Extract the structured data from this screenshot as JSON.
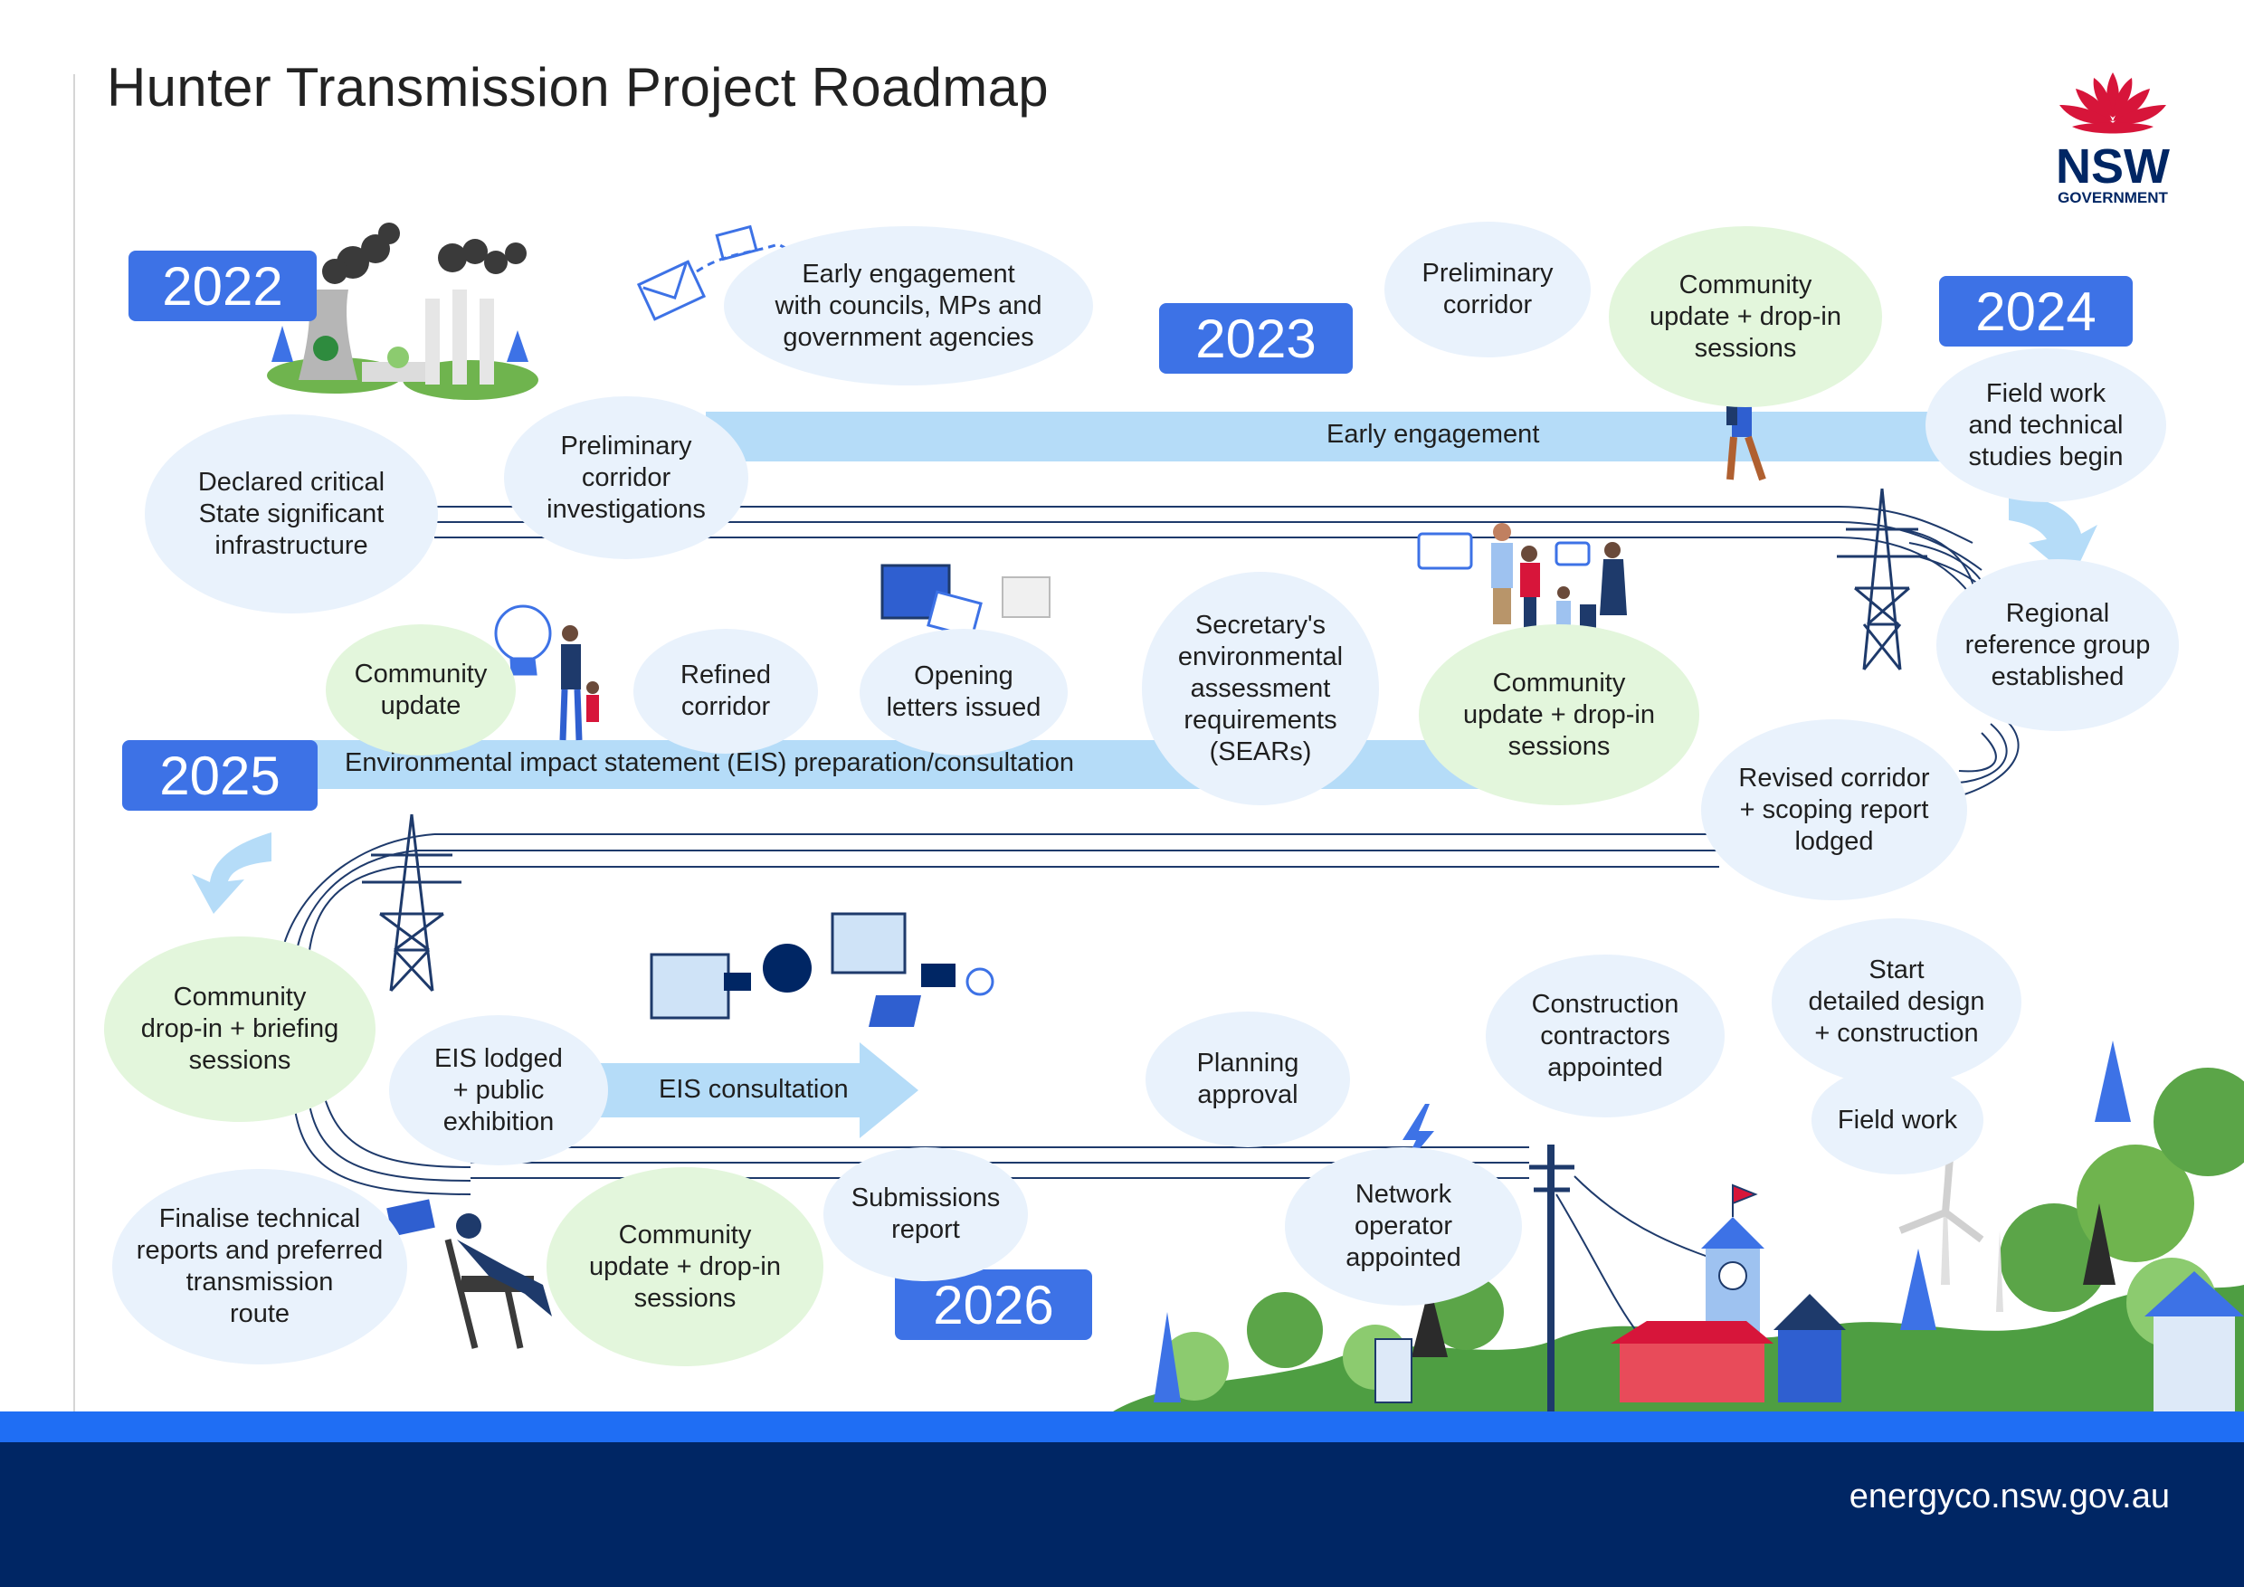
{
  "title": "Hunter Transmission Project Roadmap",
  "logo": {
    "text": "NSW",
    "subtext": "GOVERNMENT"
  },
  "footer": {
    "website": "energyco.nsw.gov.au"
  },
  "colors": {
    "year_badge": "#3d72e6",
    "band": "#b5dcf8",
    "blue_bubble": "#e9f2fc",
    "green_bubble": "#e3f6dc",
    "footer": "#002664",
    "footer_accent": "#1f6ef4"
  },
  "years": {
    "y2022": "2022",
    "y2023": "2023",
    "y2024": "2024",
    "y2025": "2025",
    "y2026": "2026"
  },
  "bands": {
    "early_engagement": "Early engagement",
    "eis_preparation": "Environmental impact statement (EIS) preparation/consultation",
    "eis_consultation": "EIS consultation"
  },
  "milestones": {
    "early_councils": [
      "Early engagement",
      "with councils, MPs and",
      "government agencies"
    ],
    "prelim_corridor": [
      "Preliminary",
      "corridor"
    ],
    "comm_update_2023": [
      "Community",
      "update + drop-in",
      "sessions"
    ],
    "field_work_tech": [
      "Field work",
      "and technical",
      "studies begin"
    ],
    "declared_csi": [
      "Declared critical",
      "State significant",
      "infrastructure"
    ],
    "prelim_corridor_inv": [
      "Preliminary",
      "corridor",
      "investigations"
    ],
    "regional_ref": [
      "Regional",
      "reference group",
      "established"
    ],
    "comm_update_small": [
      "Community",
      "update"
    ],
    "refined_corridor": [
      "Refined",
      "corridor"
    ],
    "opening_letters": [
      "Opening",
      "letters issued"
    ],
    "sears": [
      "Secretary's",
      "environmental",
      "assessment",
      "requirements",
      "(SEARs)"
    ],
    "comm_update_2024": [
      "Community",
      "update + drop-in",
      "sessions"
    ],
    "revised_corridor": [
      "Revised corridor",
      "+ scoping report",
      "lodged"
    ],
    "comm_dropin_briefing": [
      "Community",
      "drop-in + briefing",
      "sessions"
    ],
    "eis_lodged": [
      "EIS lodged",
      "+ public",
      "exhibition"
    ],
    "planning_approval": [
      "Planning",
      "approval"
    ],
    "construction_contractors": [
      "Construction",
      "contractors",
      "appointed"
    ],
    "start_detailed_design": [
      "Start",
      "detailed design",
      "+ construction"
    ],
    "field_work": [
      "Field work"
    ],
    "finalise_technical": [
      "Finalise technical",
      "reports and preferred",
      "transmission",
      "route"
    ],
    "comm_update_2026": [
      "Community",
      "update + drop-in",
      "sessions"
    ],
    "submissions_report": [
      "Submissions",
      "report"
    ],
    "network_operator": [
      "Network",
      "operator",
      "appointed"
    ]
  }
}
